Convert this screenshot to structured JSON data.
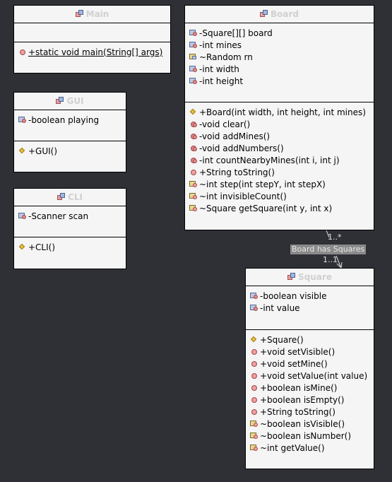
{
  "classes": {
    "main": {
      "name": "Main",
      "attributes": [],
      "operations": [
        {
          "text": "+static void main(String[] args)",
          "icon": "static-method-icon",
          "static": true
        }
      ]
    },
    "gui": {
      "name": "GUI",
      "attributes": [
        {
          "text": "-boolean playing",
          "icon": "private-field-icon"
        }
      ],
      "operations": [
        {
          "text": "+GUI()",
          "icon": "constructor-icon"
        }
      ]
    },
    "cli": {
      "name": "CLI",
      "attributes": [
        {
          "text": "-Scanner scan",
          "icon": "private-field-icon"
        }
      ],
      "operations": [
        {
          "text": "+CLI()",
          "icon": "constructor-icon"
        }
      ]
    },
    "board": {
      "name": "Board",
      "attributes": [
        {
          "text": "-Square[][] board",
          "icon": "private-field-icon"
        },
        {
          "text": "-int mines",
          "icon": "private-field-icon"
        },
        {
          "text": "~Random rn",
          "icon": "package-field-icon"
        },
        {
          "text": "-int width",
          "icon": "private-field-icon"
        },
        {
          "text": "-int height",
          "icon": "private-field-icon"
        }
      ],
      "operations": [
        {
          "text": "+Board(int width, int height, int mines)",
          "icon": "constructor-icon"
        },
        {
          "text": "-void clear()",
          "icon": "private-method-icon"
        },
        {
          "text": "-void addMines()",
          "icon": "private-method-icon"
        },
        {
          "text": "-void addNumbers()",
          "icon": "private-method-icon"
        },
        {
          "text": "-int countNearbyMines(int i, int j)",
          "icon": "private-method-icon"
        },
        {
          "text": "+String toString()",
          "icon": "public-method-icon"
        },
        {
          "text": "~int step(int stepY, int stepX)",
          "icon": "package-method-icon"
        },
        {
          "text": "~int invisibleCount()",
          "icon": "package-method-icon"
        },
        {
          "text": "~Square getSquare(int y, int x)",
          "icon": "package-method-icon"
        }
      ]
    },
    "square": {
      "name": "Square",
      "attributes": [
        {
          "text": "-boolean visible",
          "icon": "private-field-icon"
        },
        {
          "text": "-int value",
          "icon": "private-field-icon"
        }
      ],
      "operations": [
        {
          "text": "+Square()",
          "icon": "constructor-icon"
        },
        {
          "text": "+void setVisible()",
          "icon": "public-method-icon"
        },
        {
          "text": "+void setMine()",
          "icon": "public-method-icon"
        },
        {
          "text": "+void setValue(int value)",
          "icon": "public-method-icon"
        },
        {
          "text": "+boolean isMine()",
          "icon": "public-method-icon"
        },
        {
          "text": "+boolean isEmpty()",
          "icon": "public-method-icon"
        },
        {
          "text": "+String toString()",
          "icon": "public-method-icon"
        },
        {
          "text": "~boolean isVisible()",
          "icon": "package-method-icon"
        },
        {
          "text": "~boolean isNumber()",
          "icon": "package-method-icon"
        },
        {
          "text": "~int getValue()",
          "icon": "package-method-icon"
        }
      ]
    }
  },
  "association": {
    "label": "Board has Squares",
    "source_multiplicity": "1..*",
    "target_multiplicity": "1..1"
  }
}
